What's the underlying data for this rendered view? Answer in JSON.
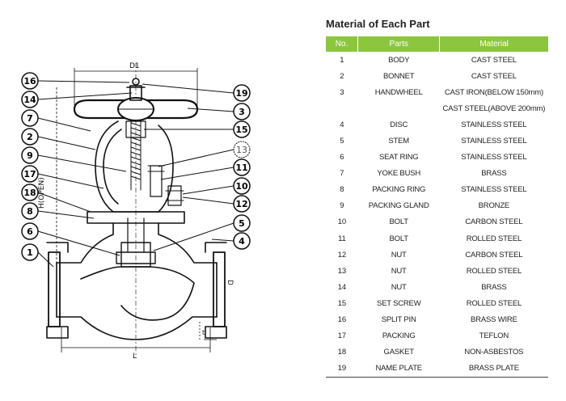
{
  "table": {
    "title": "Material of Each Part",
    "headers": {
      "no": "No.",
      "parts": "Parts",
      "material": "Material"
    },
    "rows": [
      {
        "no": "1",
        "part": "BODY",
        "material": "CAST STEEL"
      },
      {
        "no": "2",
        "part": "BONNET",
        "material": "CAST STEEL"
      },
      {
        "no": "3",
        "part": "HANDWHEEL",
        "material": "CAST IRON(BELOW 150mm)"
      },
      {
        "no": "",
        "part": "",
        "material": "CAST STEEL(ABOVE 200mm)"
      },
      {
        "no": "4",
        "part": "DISC",
        "material": "STAINLESS STEEL"
      },
      {
        "no": "5",
        "part": "STEM",
        "material": "STAINLESS STEEL"
      },
      {
        "no": "6",
        "part": "SEAT RING",
        "material": "STAINLESS STEEL"
      },
      {
        "no": "7",
        "part": "YOKE BUSH",
        "material": "BRASS"
      },
      {
        "no": "8",
        "part": "PACKING RING",
        "material": "STAINLESS STEEL"
      },
      {
        "no": "9",
        "part": "PACKING GLAND",
        "material": "BRONZE"
      },
      {
        "no": "10",
        "part": "BOLT",
        "material": "CARBON STEEL"
      },
      {
        "no": "11",
        "part": "BOLT",
        "material": "ROLLED STEEL"
      },
      {
        "no": "12",
        "part": "NUT",
        "material": "CARBON STEEL"
      },
      {
        "no": "13",
        "part": "NUT",
        "material": "ROLLED STEEL"
      },
      {
        "no": "14",
        "part": "NUT",
        "material": "BRASS"
      },
      {
        "no": "15",
        "part": "SET SCREW",
        "material": "ROLLED STEEL"
      },
      {
        "no": "16",
        "part": "SPLIT PIN",
        "material": "BRASS WIRE"
      },
      {
        "no": "17",
        "part": "PACKING",
        "material": "TEFLON"
      },
      {
        "no": "18",
        "part": "GASKET",
        "material": "NON-ASBESTOS"
      },
      {
        "no": "19",
        "part": "NAME PLATE",
        "material": "BRASS PLATE"
      }
    ]
  },
  "drawing": {
    "callouts_left": [
      "16",
      "14",
      "7",
      "2",
      "9",
      "17",
      "18",
      "8",
      "6",
      "1"
    ],
    "callouts_right": [
      "19",
      "3",
      "15",
      "13",
      "11",
      "10",
      "12",
      "5",
      "4"
    ],
    "dim_top": "D1",
    "dim_height": "H(OPEN)",
    "dim_length": "L",
    "dim_flange": "D",
    "dim_thickness": "t",
    "accent_color": "#8cc63f"
  }
}
